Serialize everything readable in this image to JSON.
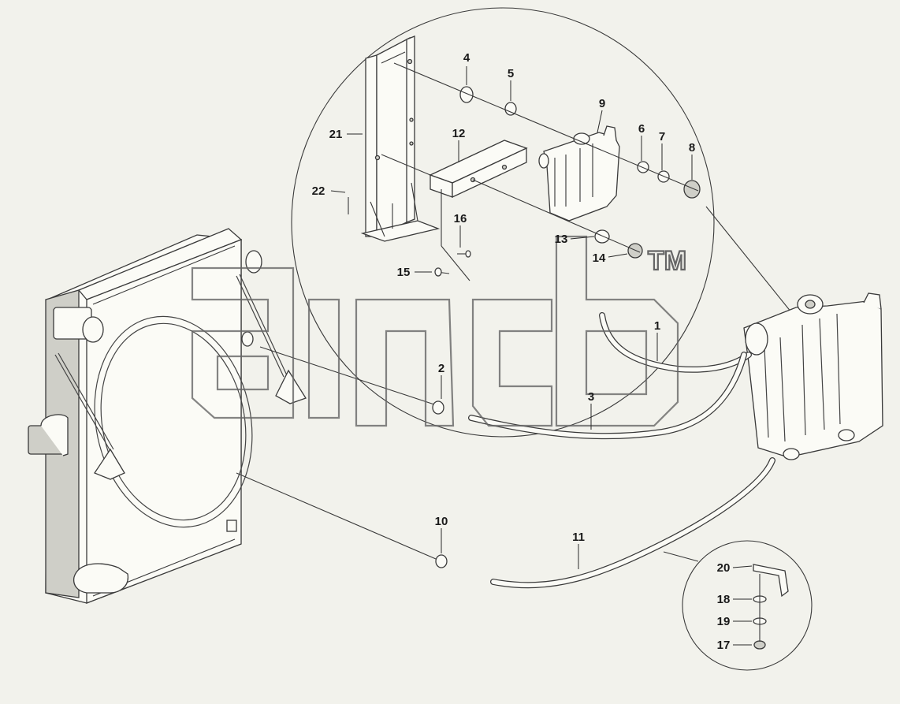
{
  "callouts": [
    "1",
    "2",
    "3",
    "4",
    "5",
    "6",
    "7",
    "8",
    "9",
    "10",
    "11",
    "12",
    "13",
    "14",
    "15",
    "16",
    "17",
    "18",
    "19",
    "20",
    "21",
    "22"
  ],
  "watermark": {
    "text": "TM",
    "logo_name": "watermark-logo"
  },
  "colors": {
    "background": "#f2f2ec",
    "line": "#3a3a3a",
    "part_fill": "#fbfbf6"
  }
}
